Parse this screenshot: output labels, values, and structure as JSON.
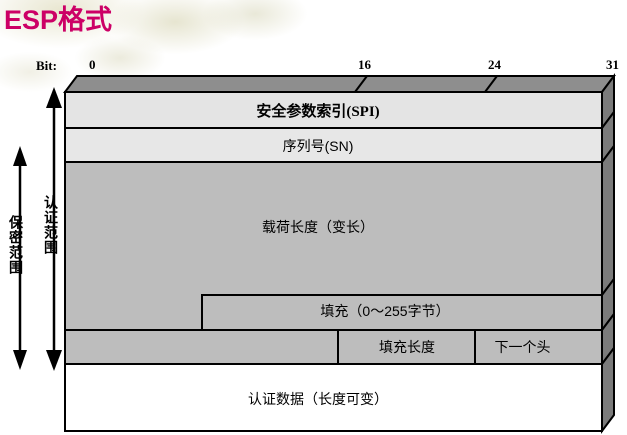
{
  "slide": {
    "title": "ESP格式",
    "title_color": "#cc0066",
    "background_color": "#ffffff"
  },
  "bit_ruler": {
    "prefix_label": "Bit:",
    "ticks": [
      {
        "label": "0",
        "bit": 0
      },
      {
        "label": "16",
        "bit": 16
      },
      {
        "label": "24",
        "bit": 24
      },
      {
        "label": "31",
        "bit": 31
      }
    ]
  },
  "packet": {
    "fields": [
      {
        "id": "spi",
        "label": "安全参数索引(SPI)",
        "fill": "#e4e4e4"
      },
      {
        "id": "sn",
        "label": "序列号(SN)",
        "fill": "#e7e7e7"
      },
      {
        "id": "payload",
        "label": "载荷长度（变长）",
        "fill": "#bdbdbd"
      },
      {
        "id": "padding",
        "label": "填充（0～255字节）",
        "fill": "#bdbdbd"
      },
      {
        "id": "pad_len",
        "label": "填充长度",
        "fill": "#bdbdbd"
      },
      {
        "id": "next_hdr",
        "label": "下一个头",
        "fill": "#bdbdbd"
      },
      {
        "id": "auth_data",
        "label": "认证数据（长度可变）",
        "fill": "#ffffff"
      }
    ]
  },
  "scopes": [
    {
      "id": "confidentiality",
      "label": "保密范围"
    },
    {
      "id": "authentication",
      "label": "认证范围"
    }
  ],
  "colors": {
    "top_face": "#8e8e8e",
    "side_face": "#7b7b7b",
    "outline": "#000000",
    "light_row": "#e4e4e4",
    "mid_row": "#bdbdbd",
    "white_row": "#ffffff"
  }
}
